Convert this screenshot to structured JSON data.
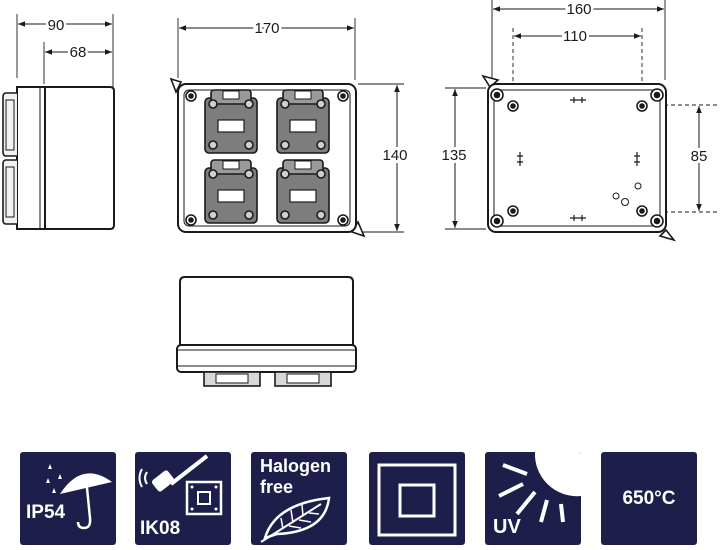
{
  "dimensions": {
    "side_outer": "90",
    "side_inner": "68",
    "front_width": "170",
    "front_height": "140",
    "back_width": "160",
    "back_hole_width": "110",
    "back_height": "135",
    "back_hole_height": "85"
  },
  "badges": {
    "ip": "IP54",
    "ik": "IK08",
    "halogen_line1": "Halogen",
    "halogen_line2": "free",
    "uv": "UV",
    "temperature": "650°C"
  },
  "colors": {
    "badge_background": "#1d1f4a",
    "line": "#1a1a1a",
    "socket_fill": "#7d7d7d"
  },
  "icons": [
    "umbrella-icon",
    "hammer-icon",
    "leaf-icon",
    "double-insulation-icon",
    "sun-icon"
  ]
}
